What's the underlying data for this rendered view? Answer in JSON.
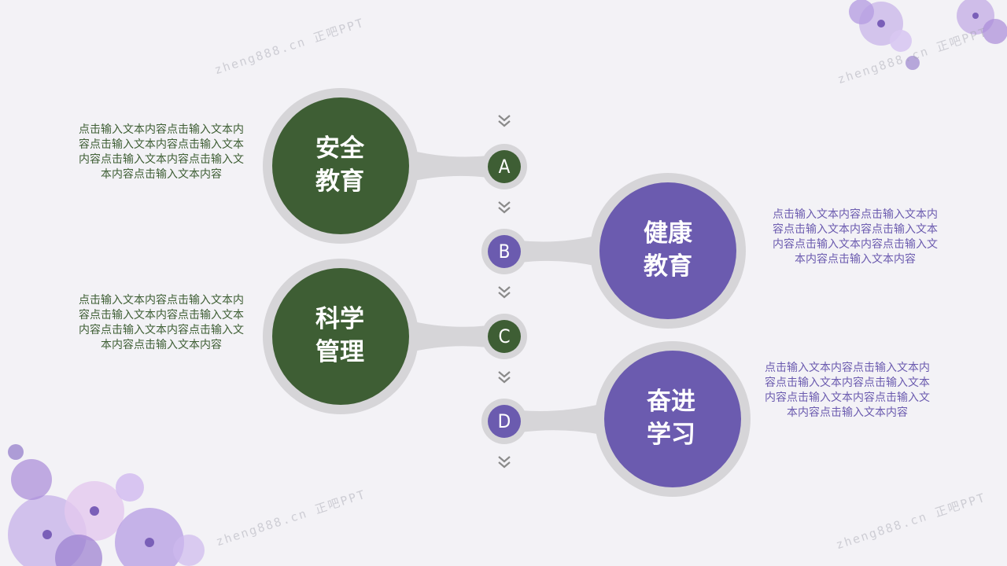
{
  "watermark": "zheng888.cn 正吧PPT",
  "colors": {
    "green": "#3e5e34",
    "purple": "#6b5baf",
    "ring": "#d6d5d8",
    "arrow": "#8a8a8a"
  },
  "items": [
    {
      "letter": "A",
      "title_line1": "安全",
      "title_line2": "教育",
      "color": "green",
      "description": "点击输入文本内容点击输入文本内容点击输入文本内容点击输入文本内容点击输入文本内容点击输入文本内容点击输入文本内容"
    },
    {
      "letter": "B",
      "title_line1": "健康",
      "title_line2": "教育",
      "color": "purple",
      "description": "点击输入文本内容点击输入文本内容点击输入文本内容点击输入文本内容点击输入文本内容点击输入文本内容点击输入文本内容"
    },
    {
      "letter": "C",
      "title_line1": "科学",
      "title_line2": "管理",
      "color": "green",
      "description": "点击输入文本内容点击输入文本内容点击输入文本内容点击输入文本内容点击输入文本内容点击输入文本内容点击输入文本内容"
    },
    {
      "letter": "D",
      "title_line1": "奋进",
      "title_line2": "学习",
      "color": "purple",
      "description": "点击输入文本内容点击输入文本内容点击输入文本内容点击输入文本内容点击输入文本内容点击输入文本内容点击输入文本内容"
    }
  ]
}
